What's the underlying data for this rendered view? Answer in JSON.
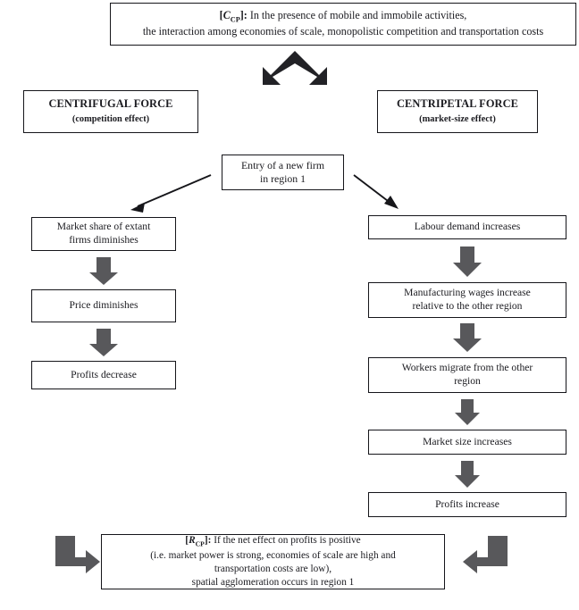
{
  "diagram": {
    "title": "Centrifugal and centripetal forces flow diagram",
    "colors": {
      "box_border": "#15151a",
      "text": "#1b1b20",
      "thick_arrow": "#58585b",
      "chevron": "#222226",
      "background": "#ffffff"
    }
  },
  "premise": {
    "tag_bracket_open": "[",
    "tag_symbol": "C",
    "tag_subscript": "CP",
    "tag_bracket_close": "]:",
    "line1": " In the presence of mobile and immobile activities,",
    "line2": "the interaction among economies of scale, monopolistic competition and transportation costs"
  },
  "forces": {
    "left": {
      "title": "CENTRIFUGAL FORCE",
      "subtitle": "(competition effect)"
    },
    "right": {
      "title": "CENTRIPETAL FORCE",
      "subtitle": "(market-size effect)"
    }
  },
  "entry": {
    "line1": "Entry of a new firm",
    "line2": "in region 1"
  },
  "left_chain": [
    {
      "line1": "Market share of extant",
      "line2": "firms diminishes"
    },
    {
      "line1": "Price diminishes",
      "line2": ""
    },
    {
      "line1": "Profits decrease",
      "line2": ""
    }
  ],
  "right_chain": [
    {
      "line1": "Labour demand increases",
      "line2": ""
    },
    {
      "line1": "Manufacturing wages increase",
      "line2": "relative to the other region"
    },
    {
      "line1": "Workers migrate from the other",
      "line2": "region"
    },
    {
      "line1": "Market size increases",
      "line2": ""
    },
    {
      "line1": "Profits increase",
      "line2": ""
    }
  ],
  "conclusion": {
    "tag_bracket_open": "[",
    "tag_symbol": "R",
    "tag_subscript": "CP",
    "tag_bracket_close": "]:",
    "line1": " If the net effect on profits is positive",
    "line2": "(i.e. market power is strong, economies of scale are high and",
    "line3": "transportation costs are low),",
    "line4": "spatial agglomeration occurs in region 1"
  },
  "icons": {
    "chevron_split": "chevron-split-down-icon",
    "down_arrow": "thick-down-arrow-icon",
    "diagonal_left": "diagonal-arrow-down-left-icon",
    "diagonal_right": "diagonal-arrow-down-right-icon",
    "elbow_right": "elbow-arrow-down-right-icon",
    "elbow_left": "elbow-arrow-down-left-icon"
  }
}
